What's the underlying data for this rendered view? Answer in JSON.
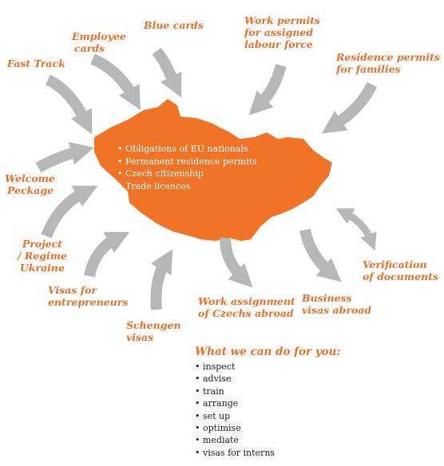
{
  "colors": {
    "accent": "#f07326",
    "arrow": "#b7b7b7",
    "text_orange": "#e8702a"
  },
  "labels": {
    "fast_track": [
      "Fast Track"
    ],
    "employee_cards": [
      "Employee",
      "cards"
    ],
    "blue_cards": [
      "Blue cards"
    ],
    "work_permits": [
      "Work permits",
      "for assigned",
      "labour force"
    ],
    "residence_permits": [
      "Residence permits",
      "for families"
    ],
    "welcome_package": [
      "Welcome",
      "Peckage"
    ],
    "project_ukraine": [
      "Project",
      "/ Regime",
      "Ukraine"
    ],
    "visas_entrepreneurs": [
      "Visas for",
      "entrepreneurs"
    ],
    "schengen_visas": [
      "Schengen",
      "visas"
    ],
    "work_assignment": [
      "Work assignment",
      "of Czechs abroad"
    ],
    "business_visas": [
      "Business",
      "visas abroad"
    ],
    "verification": [
      "Verification",
      "of documents"
    ]
  },
  "center_items": [
    "Obligations of EU nationals",
    "Permanent residence permits",
    "Czech citizenship",
    "Trade licences"
  ],
  "todo": {
    "title": "What we can do for you:",
    "items": [
      "inspect",
      "advise",
      "train",
      "arrange",
      "set up",
      "optimise",
      "mediate",
      "visas for interns"
    ]
  }
}
